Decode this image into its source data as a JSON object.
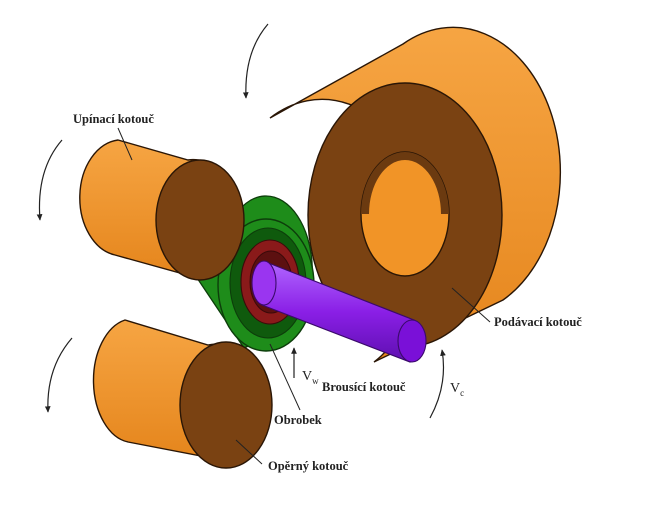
{
  "labels": {
    "upinaci": "Upínací kotouč",
    "podavaci": "Podávací kotouč",
    "brousici": "Brousící kotouč",
    "obrobek": "Obrobek",
    "operny": "Opěrný kotouč"
  },
  "symbols": {
    "vw_main": "V",
    "vw_sub": "w",
    "vc_main": "V",
    "vc_sub": "c"
  },
  "colors": {
    "orange_face": "#F0921E",
    "orange_side": "#E0801A",
    "brown_end": "#7A4212",
    "green": "#1E8C1A",
    "dark_red": "#8A1A1A",
    "purple": "#8A1FE6"
  }
}
